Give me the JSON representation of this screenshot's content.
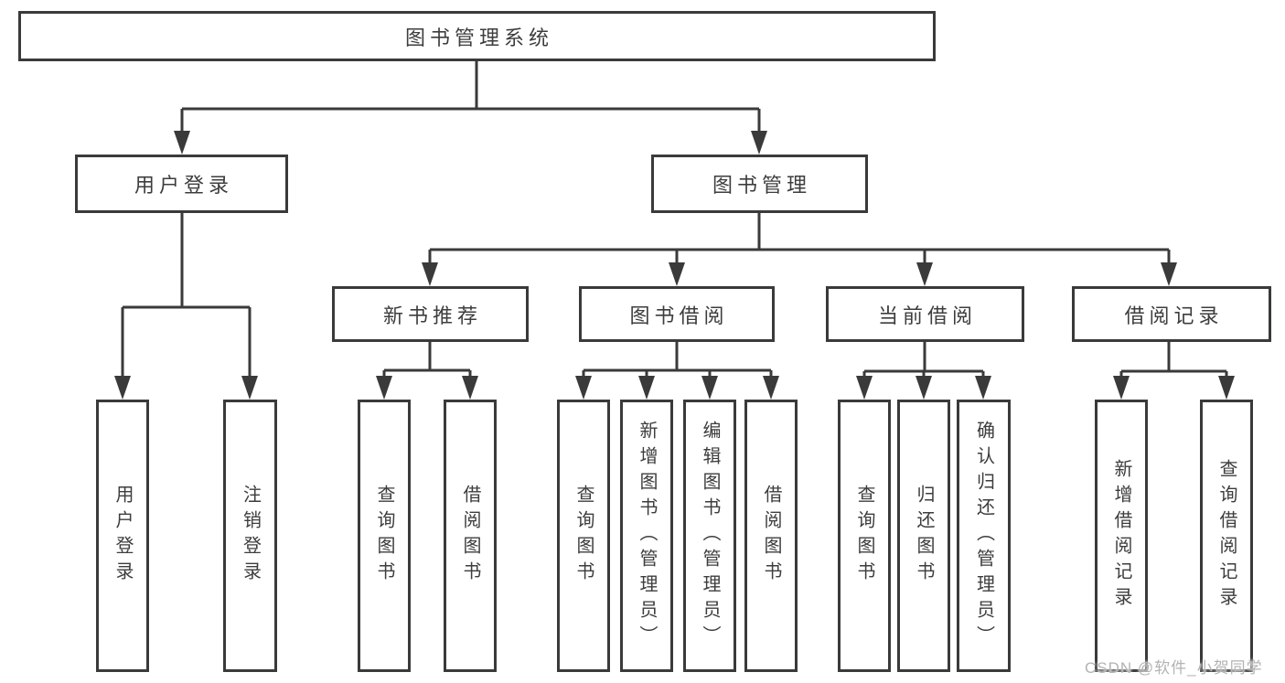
{
  "diagram": {
    "title": "图书管理系统",
    "tree": {
      "root": {
        "label": "图书管理系统"
      },
      "level2": [
        {
          "label": "用户登录"
        },
        {
          "label": "图书管理"
        }
      ],
      "level3": [
        {
          "label": "新书推荐",
          "parent": "图书管理"
        },
        {
          "label": "图书借阅",
          "parent": "图书管理"
        },
        {
          "label": "当前借阅",
          "parent": "图书管理"
        },
        {
          "label": "借阅记录",
          "parent": "图书管理"
        }
      ],
      "leaves": [
        {
          "label": "用户登录",
          "parent": "用户登录"
        },
        {
          "label": "注销登录",
          "parent": "用户登录"
        },
        {
          "label": "查询图书",
          "parent": "新书推荐"
        },
        {
          "label": "借阅图书",
          "parent": "新书推荐"
        },
        {
          "label": "查询图书",
          "parent": "图书借阅"
        },
        {
          "label": "新增图书（管理员）",
          "parent": "图书借阅"
        },
        {
          "label": "编辑图书（管理员）",
          "parent": "图书借阅"
        },
        {
          "label": "借阅图书",
          "parent": "图书借阅"
        },
        {
          "label": "查询图书",
          "parent": "当前借阅"
        },
        {
          "label": "归还图书",
          "parent": "当前借阅"
        },
        {
          "label": "确认归还（管理员）",
          "parent": "当前借阅"
        },
        {
          "label": "新增借阅记录",
          "parent": "借阅记录"
        },
        {
          "label": "查询借阅记录",
          "parent": "借阅记录"
        }
      ]
    },
    "colors": {
      "line": "#3a3a3a",
      "text": "#3d3d3d",
      "background": "#ffffff",
      "watermark": "#b3b3b3"
    }
  },
  "watermark": "CSDN @软件_小贺同学"
}
